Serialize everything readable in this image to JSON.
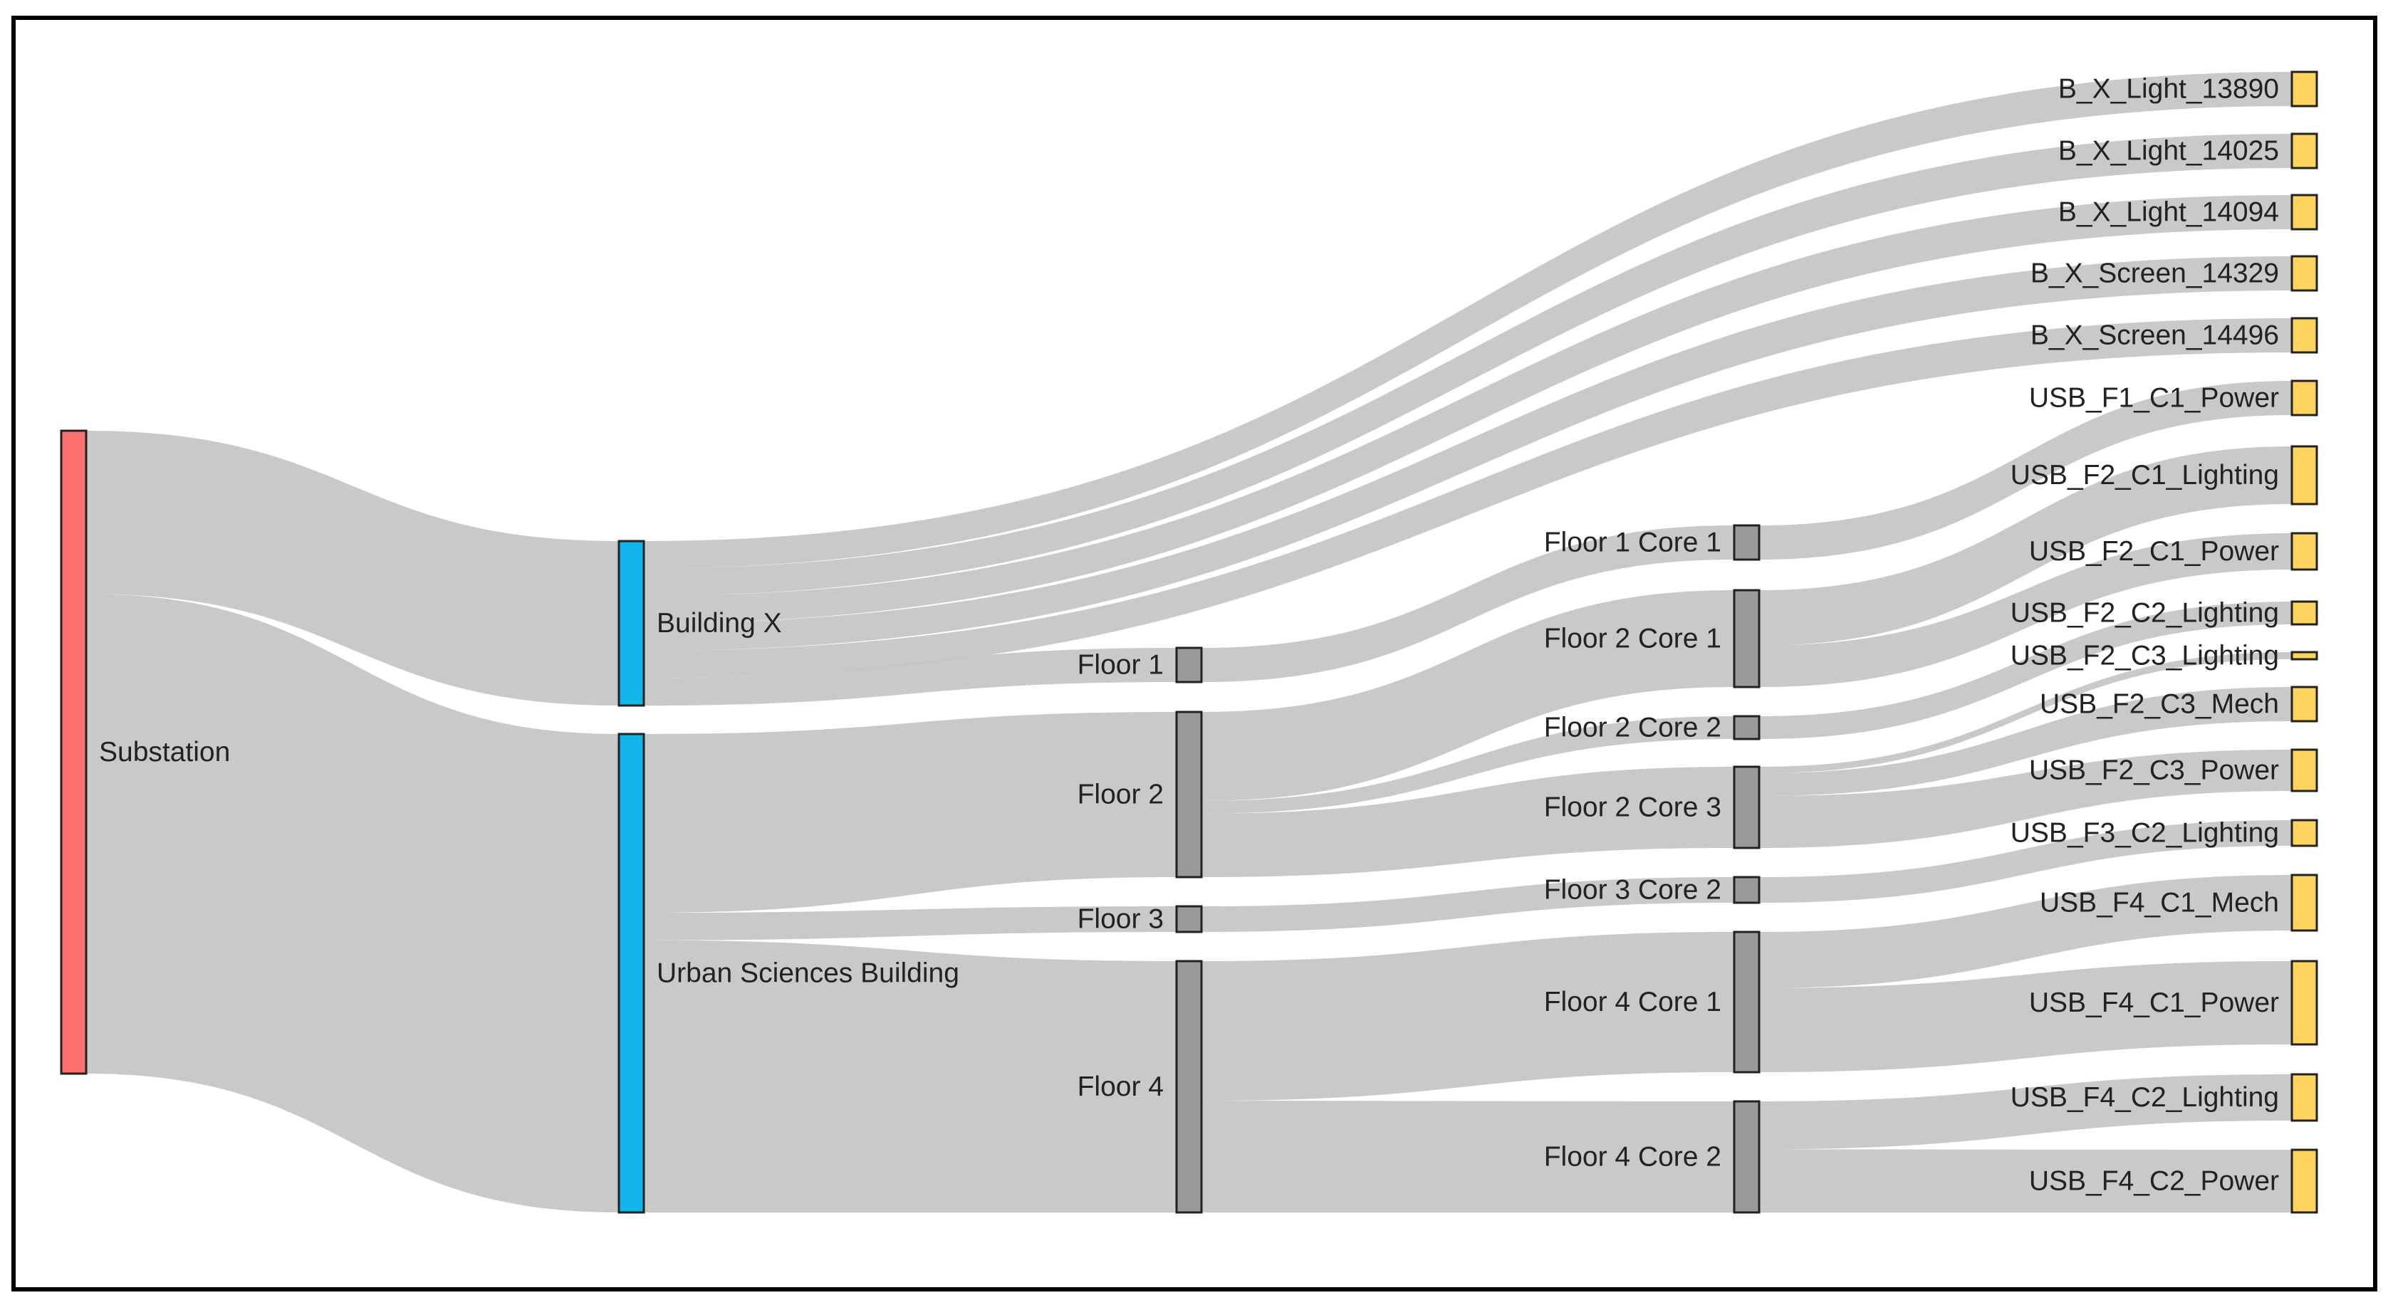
{
  "diagram": {
    "type": "sankey",
    "colors": {
      "source": "#ff7070",
      "building": "#12b5ea",
      "floor": "#999999",
      "load": "#ffd45e",
      "link": "#c4c4c4",
      "link_crossing": "#a8a8a8"
    },
    "nodes": [
      {
        "id": "substation",
        "label": "Substation",
        "group": "source"
      },
      {
        "id": "building-x",
        "label": "Building X",
        "group": "building"
      },
      {
        "id": "usb",
        "label": "Urban Sciences Building",
        "group": "building"
      },
      {
        "id": "floor-1",
        "label": "Floor 1",
        "group": "floor"
      },
      {
        "id": "floor-2",
        "label": "Floor 2",
        "group": "floor"
      },
      {
        "id": "floor-3",
        "label": "Floor 3",
        "group": "floor"
      },
      {
        "id": "floor-4",
        "label": "Floor 4",
        "group": "floor"
      },
      {
        "id": "f1c1",
        "label": "Floor 1 Core 1",
        "group": "floor"
      },
      {
        "id": "f2c1",
        "label": "Floor 2 Core 1",
        "group": "floor"
      },
      {
        "id": "f2c2",
        "label": "Floor 2 Core 2",
        "group": "floor"
      },
      {
        "id": "f2c3",
        "label": "Floor 2 Core 3",
        "group": "floor"
      },
      {
        "id": "f3c2",
        "label": "Floor 3 Core 2",
        "group": "floor"
      },
      {
        "id": "f4c1",
        "label": "Floor 4 Core 1",
        "group": "floor"
      },
      {
        "id": "f4c2",
        "label": "Floor 4 Core 2",
        "group": "floor"
      },
      {
        "id": "bx-light-13890",
        "label": "B_X_Light_13890",
        "group": "load"
      },
      {
        "id": "bx-light-14025",
        "label": "B_X_Light_14025",
        "group": "load"
      },
      {
        "id": "bx-light-14094",
        "label": "B_X_Light_14094",
        "group": "load"
      },
      {
        "id": "bx-screen-14329",
        "label": "B_X_Screen_14329",
        "group": "load"
      },
      {
        "id": "bx-screen-14496",
        "label": "B_X_Screen_14496",
        "group": "load"
      },
      {
        "id": "usb-f1-c1-power",
        "label": "USB_F1_C1_Power",
        "group": "load"
      },
      {
        "id": "usb-f2-c1-lighting",
        "label": "USB_F2_C1_Lighting",
        "group": "load"
      },
      {
        "id": "usb-f2-c1-power",
        "label": "USB_F2_C1_Power",
        "group": "load"
      },
      {
        "id": "usb-f2-c2-lighting",
        "label": "USB_F2_C2_Lighting",
        "group": "load"
      },
      {
        "id": "usb-f2-c3-lighting",
        "label": "USB_F2_C3_Lighting",
        "group": "load"
      },
      {
        "id": "usb-f2-c3-mech",
        "label": "USB_F2_C3_Mech",
        "group": "load"
      },
      {
        "id": "usb-f2-c3-power",
        "label": "USB_F2_C3_Power",
        "group": "load"
      },
      {
        "id": "usb-f3-c2-lighting",
        "label": "USB_F3_C2_Lighting",
        "group": "load"
      },
      {
        "id": "usb-f4-c1-mech",
        "label": "USB_F4_C1_Mech",
        "group": "load"
      },
      {
        "id": "usb-f4-c1-power",
        "label": "USB_F4_C1_Power",
        "group": "load"
      },
      {
        "id": "usb-f4-c2-lighting",
        "label": "USB_F4_C2_Lighting",
        "group": "load"
      },
      {
        "id": "usb-f4-c2-power",
        "label": "USB_F4_C2_Power",
        "group": "load"
      }
    ],
    "links": [
      {
        "source": "substation",
        "target": "building-x",
        "value": 6.6
      },
      {
        "source": "substation",
        "target": "usb",
        "value": 19.4
      },
      {
        "source": "building-x",
        "target": "bx-light-13890",
        "value": 1.1
      },
      {
        "source": "building-x",
        "target": "bx-light-14025",
        "value": 1.1
      },
      {
        "source": "building-x",
        "target": "bx-light-14094",
        "value": 1.1
      },
      {
        "source": "building-x",
        "target": "bx-screen-14329",
        "value": 1.1
      },
      {
        "source": "building-x",
        "target": "bx-screen-14496",
        "value": 1.1
      },
      {
        "source": "building-x",
        "target": "floor-1",
        "value": 1.1
      },
      {
        "source": "usb",
        "target": "floor-2",
        "value": 6.5
      },
      {
        "source": "usb",
        "target": "floor-3",
        "value": 1.0
      },
      {
        "source": "usb",
        "target": "floor-4",
        "value": 9.9
      },
      {
        "source": "floor-1",
        "target": "f1c1",
        "value": 1.1
      },
      {
        "source": "floor-2",
        "target": "f2c1",
        "value": 3.5
      },
      {
        "source": "floor-2",
        "target": "f2c2",
        "value": 0.5
      },
      {
        "source": "floor-2",
        "target": "f2c3",
        "value": 2.5
      },
      {
        "source": "floor-3",
        "target": "f3c2",
        "value": 1.0
      },
      {
        "source": "floor-4",
        "target": "f4c1",
        "value": 5.5
      },
      {
        "source": "floor-4",
        "target": "f4c2",
        "value": 4.4
      },
      {
        "source": "f1c1",
        "target": "usb-f1-c1-power",
        "value": 1.1
      },
      {
        "source": "f2c1",
        "target": "usb-f2-c1-lighting",
        "value": 2.0
      },
      {
        "source": "f2c1",
        "target": "usb-f2-c1-power",
        "value": 1.5
      },
      {
        "source": "f2c2",
        "target": "usb-f2-c2-lighting",
        "value": 0.5
      },
      {
        "source": "f2c3",
        "target": "usb-f2-c3-lighting",
        "value": 0.2
      },
      {
        "source": "f2c3",
        "target": "usb-f2-c3-mech",
        "value": 0.7
      },
      {
        "source": "f2c3",
        "target": "usb-f2-c3-power",
        "value": 1.6
      },
      {
        "source": "f3c2",
        "target": "usb-f3-c2-lighting",
        "value": 1.0
      },
      {
        "source": "f4c1",
        "target": "usb-f4-c1-mech",
        "value": 2.2
      },
      {
        "source": "f4c1",
        "target": "usb-f4-c1-power",
        "value": 3.3
      },
      {
        "source": "f4c2",
        "target": "usb-f4-c2-lighting",
        "value": 1.9
      },
      {
        "source": "f4c2",
        "target": "usb-f4-c2-power",
        "value": 2.5
      }
    ]
  }
}
